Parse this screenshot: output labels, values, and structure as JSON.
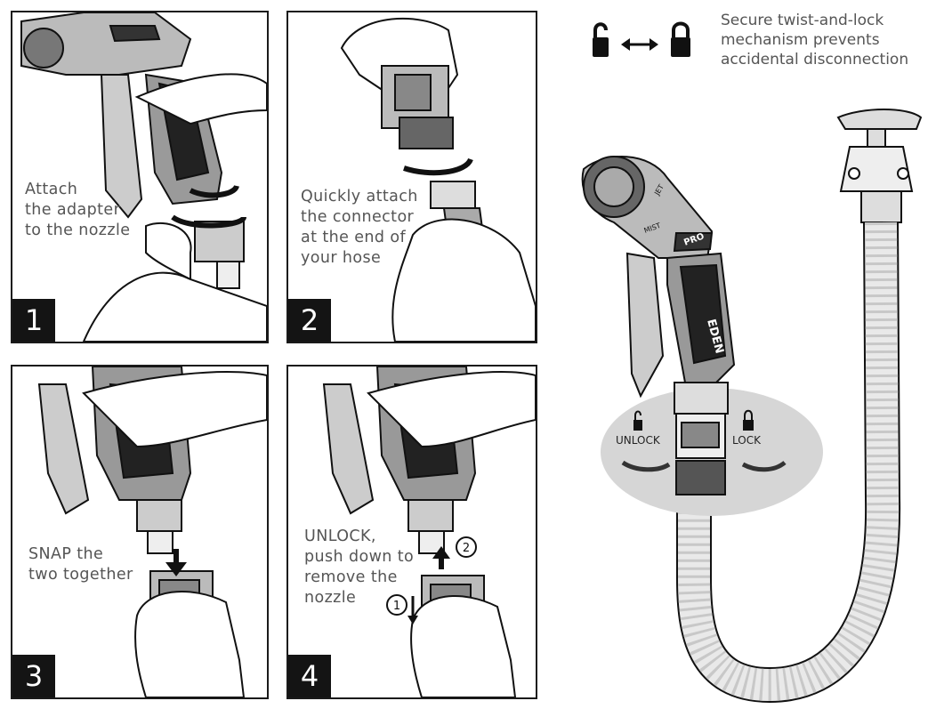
{
  "panels": [
    {
      "number": "1",
      "caption": "Attach\nthe adapter\nto the nozzle"
    },
    {
      "number": "2",
      "caption": "Quickly attach\nthe connector\nat the end of\nyour hose"
    },
    {
      "number": "3",
      "caption": "SNAP the\ntwo together"
    },
    {
      "number": "4",
      "caption": "UNLOCK,\npush down to\nremove the\nnozzle"
    }
  ],
  "lock_note": "Secure twist-and-lock\nmechanism prevents\naccidental disconnection",
  "brand": "EDEN",
  "nozzle_label_pro": "PRO",
  "nozzle_label_mist": "MIST",
  "nozzle_label_jet": "JET",
  "unlock_label": "UNLOCK",
  "lock_label": "LOCK",
  "step_markers": [
    "1",
    "2"
  ],
  "icons": [
    "open-padlock-icon",
    "double-arrow-icon",
    "closed-padlock-icon"
  ]
}
